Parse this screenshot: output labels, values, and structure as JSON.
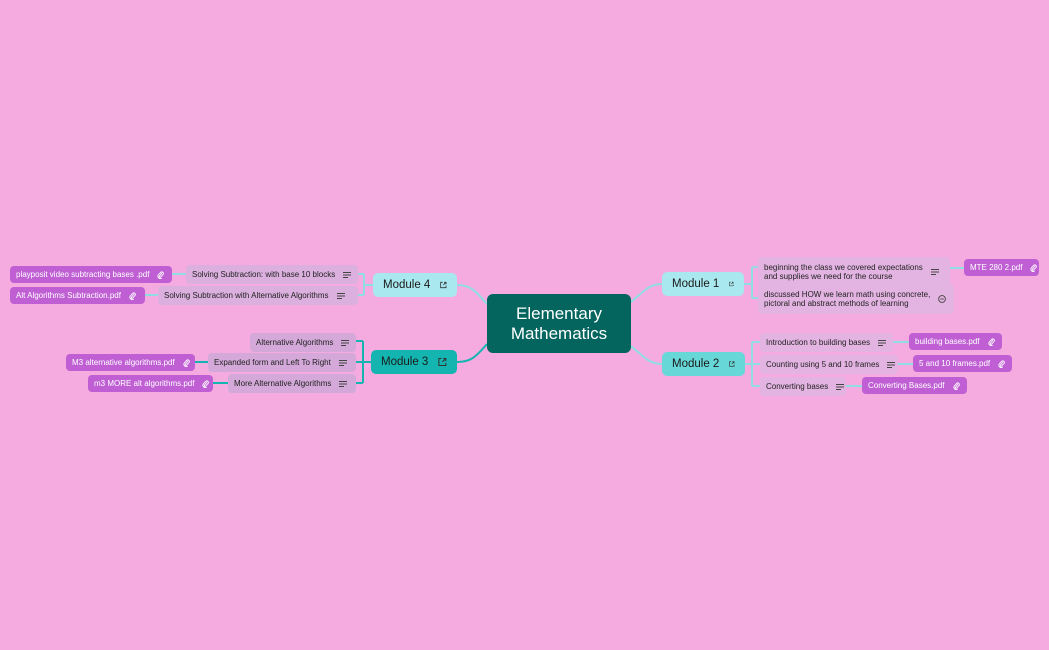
{
  "central": {
    "label": "Elementary\nMathematics"
  },
  "modules": [
    {
      "label": "Module 1",
      "icon": "external-link-icon",
      "topics": [
        {
          "label": "beginning the class we covered expectations\nand supplies we need for the course",
          "icon": "notes-icon",
          "attachment": "MTE 280 2.pdf"
        },
        {
          "label": "discussed HOW we learn math using concrete,\npictoral and abstract methods of learning",
          "icon": "collapse-icon"
        }
      ]
    },
    {
      "label": "Module 2",
      "icon": "external-link-icon",
      "topics": [
        {
          "label": "Introduction to building bases",
          "icon": "notes-icon",
          "attachment": "building bases.pdf"
        },
        {
          "label": "Counting using 5 and 10 frames",
          "icon": "notes-icon",
          "attachment": "5 and 10 frames.pdf"
        },
        {
          "label": "Converting bases",
          "icon": "notes-icon",
          "attachment": "Converting Bases.pdf"
        }
      ]
    },
    {
      "label": "Module 3",
      "icon": "external-link-icon",
      "topics": [
        {
          "label": "Alternative Algorithms",
          "icon": "notes-icon"
        },
        {
          "label": "Expanded form and Left To Right",
          "icon": "notes-icon",
          "attachment": "M3 alternative algorithms.pdf"
        },
        {
          "label": "More Alternative Algorithms",
          "icon": "notes-icon",
          "attachment": "m3 MORE alt algorithms.pdf"
        }
      ]
    },
    {
      "label": "Module 4",
      "icon": "external-link-icon",
      "topics": [
        {
          "label": "Solving Subtraction: with base 10 blocks",
          "icon": "notes-icon",
          "attachment": "playposit video subtracting bases .pdf"
        },
        {
          "label": "Solving Subtraction with Alternative Algorithms",
          "icon": "notes-icon",
          "attachment": "Alt Algorithms Subtraction.pdf"
        }
      ]
    }
  ],
  "colors": {
    "background": "#f5abe0",
    "central": "#04655f",
    "module1": "#a8e8ee",
    "module2": "#67d7d8",
    "module3": "#14b5b0",
    "module4": "#a8e8ee",
    "topic": "#e3b4e2",
    "attachment": "#bf5fd3",
    "connector": "#8fdde3"
  }
}
